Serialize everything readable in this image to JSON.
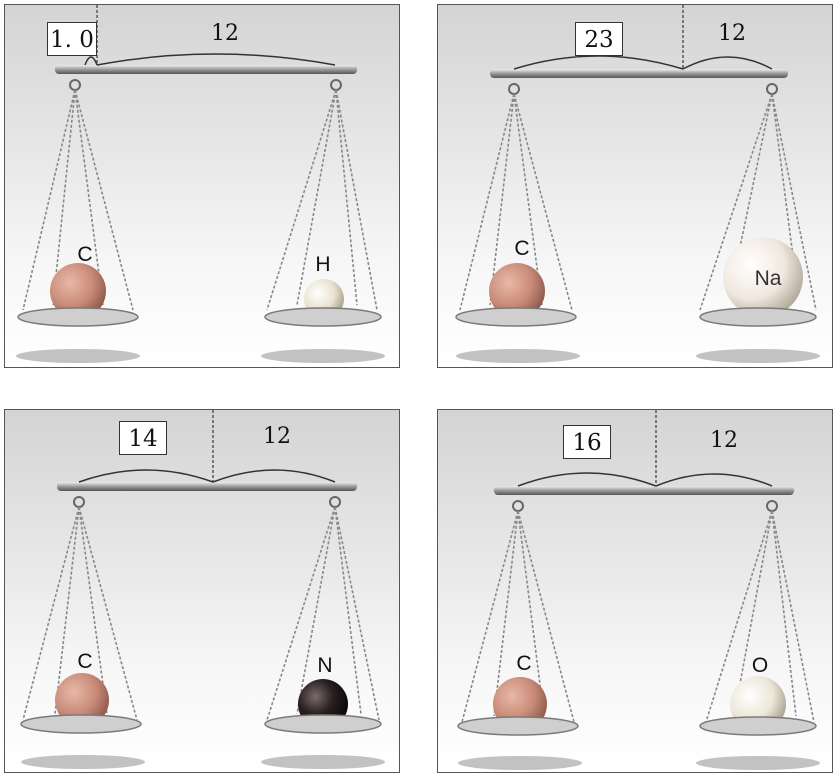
{
  "panels": [
    {
      "compared_value": "1. 0",
      "reference_value": "12",
      "left_ball": "C",
      "right_ball": "H",
      "right_color": "#e9e1cf"
    },
    {
      "compared_value": "23",
      "reference_value": "12",
      "left_ball": "C",
      "right_ball": "Na",
      "right_color": "#f0e8de"
    },
    {
      "compared_value": "14",
      "reference_value": "12",
      "left_ball": "C",
      "right_ball": "N",
      "right_color": "#2a2020"
    },
    {
      "compared_value": "16",
      "reference_value": "12",
      "left_ball": "C",
      "right_ball": "O",
      "right_color": "#ece6d8"
    }
  ],
  "colors": {
    "carbon": "#c88a78",
    "metal": "#b8b8b8"
  }
}
